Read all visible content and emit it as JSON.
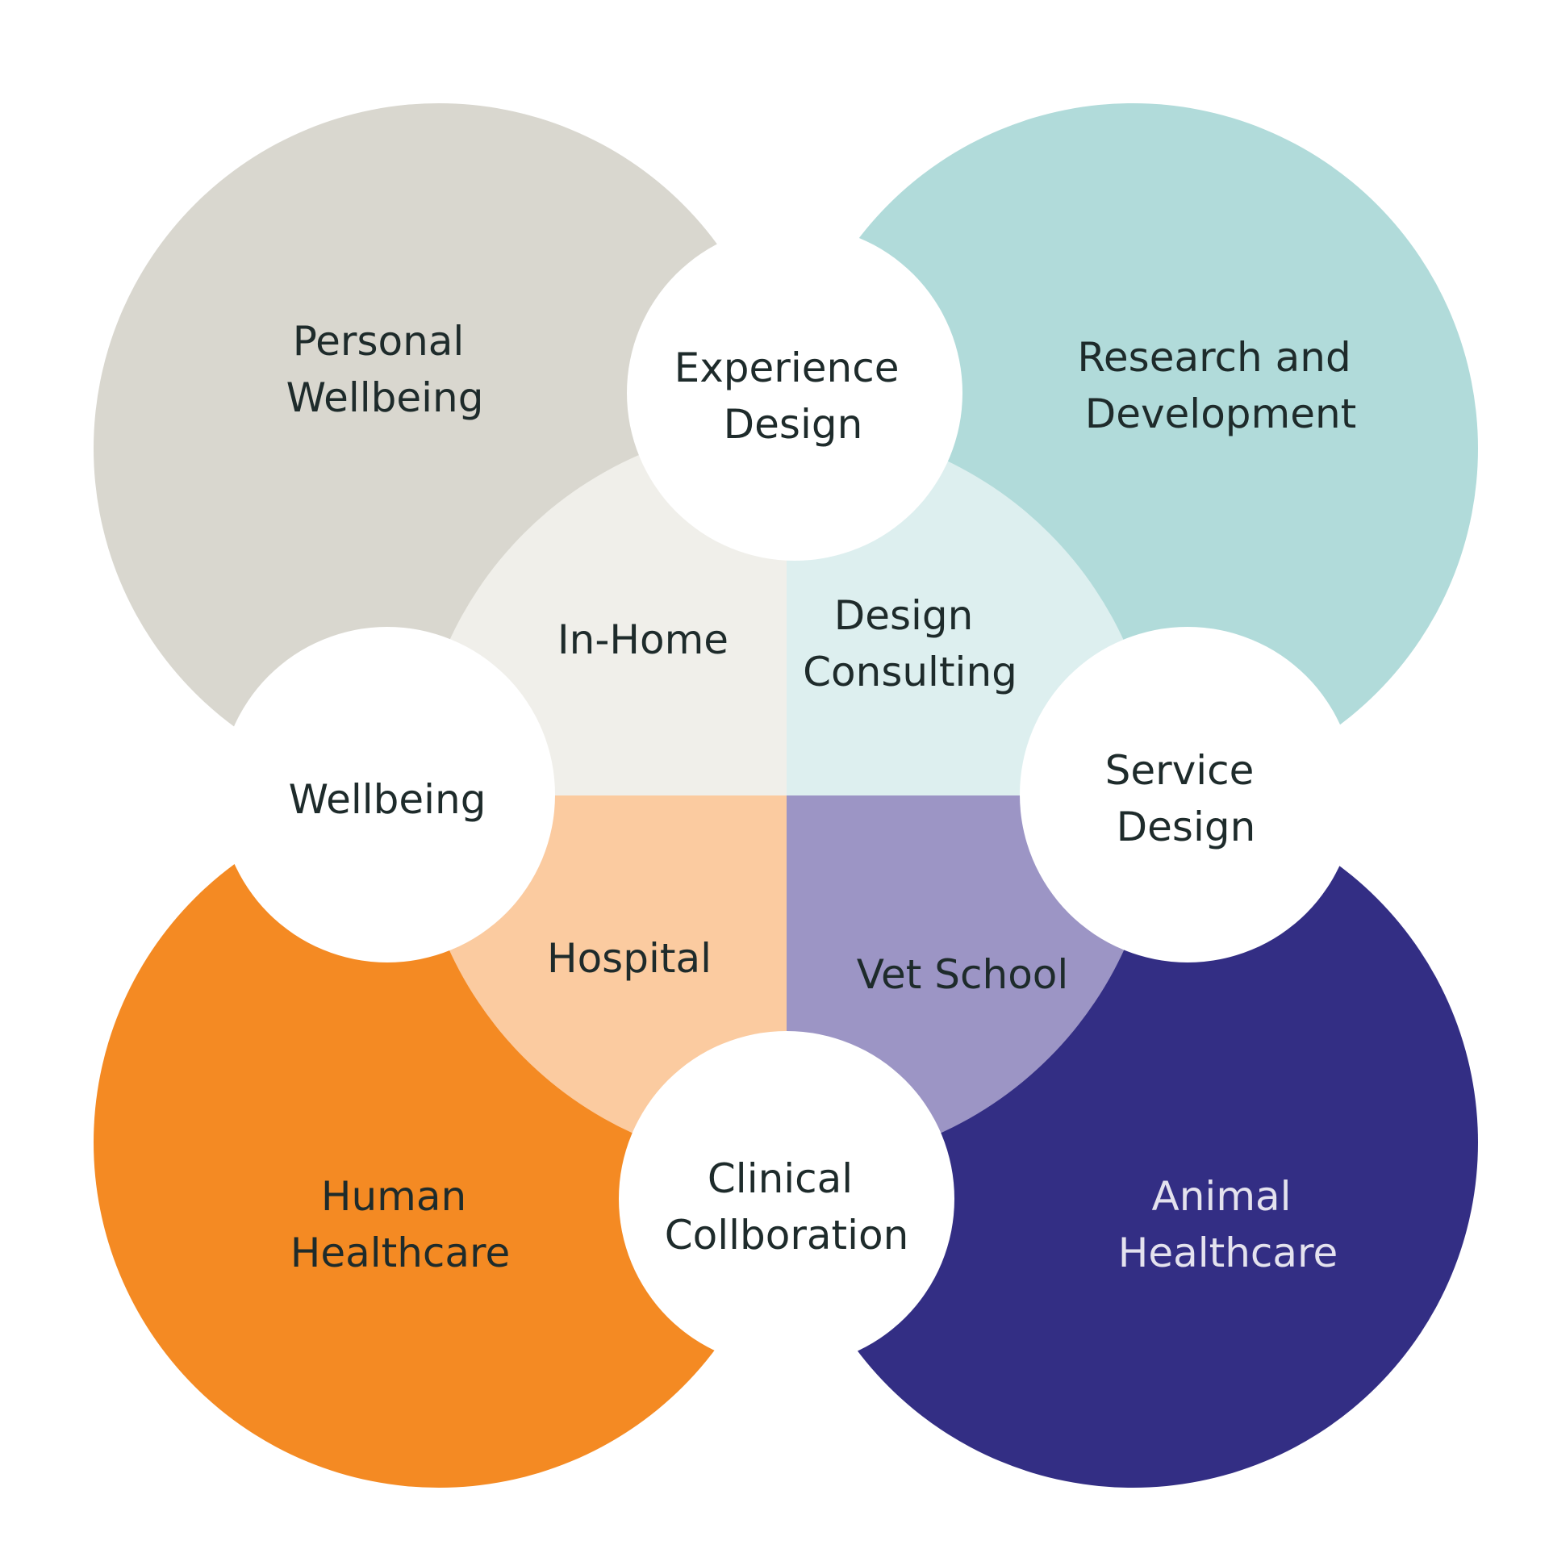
{
  "colors": {
    "personal_wellbeing": "#d9d7cf",
    "research_development": "#b1dbda",
    "human_healthcare": "#f48a23",
    "animal_healthcare": "#332e84",
    "in_home": "#f0efea",
    "design_consulting": "#ddefef",
    "hospital": "#fbcba0",
    "vet_school": "#9c95c5",
    "hub": "#ffffff",
    "text_dark": "#1e2b2b",
    "text_light": "#e4e2ee"
  },
  "outer": {
    "personal_wellbeing": [
      "Personal",
      "Wellbeing"
    ],
    "research_development": [
      "Research and",
      "Development"
    ],
    "human_healthcare": [
      "Human",
      "Healthcare"
    ],
    "animal_healthcare": [
      "Animal",
      "Healthcare"
    ]
  },
  "inner": {
    "in_home": [
      "In-Home"
    ],
    "design_consulting": [
      "Design",
      "Consulting"
    ],
    "hospital": [
      "Hospital"
    ],
    "vet_school": [
      "Vet School"
    ]
  },
  "hubs": {
    "experience_design": [
      "Experience",
      "Design"
    ],
    "wellbeing": [
      "Wellbeing"
    ],
    "service_design": [
      "Service",
      "Design"
    ],
    "clinical_collaboration": [
      "Clinical",
      "Collboration"
    ]
  }
}
